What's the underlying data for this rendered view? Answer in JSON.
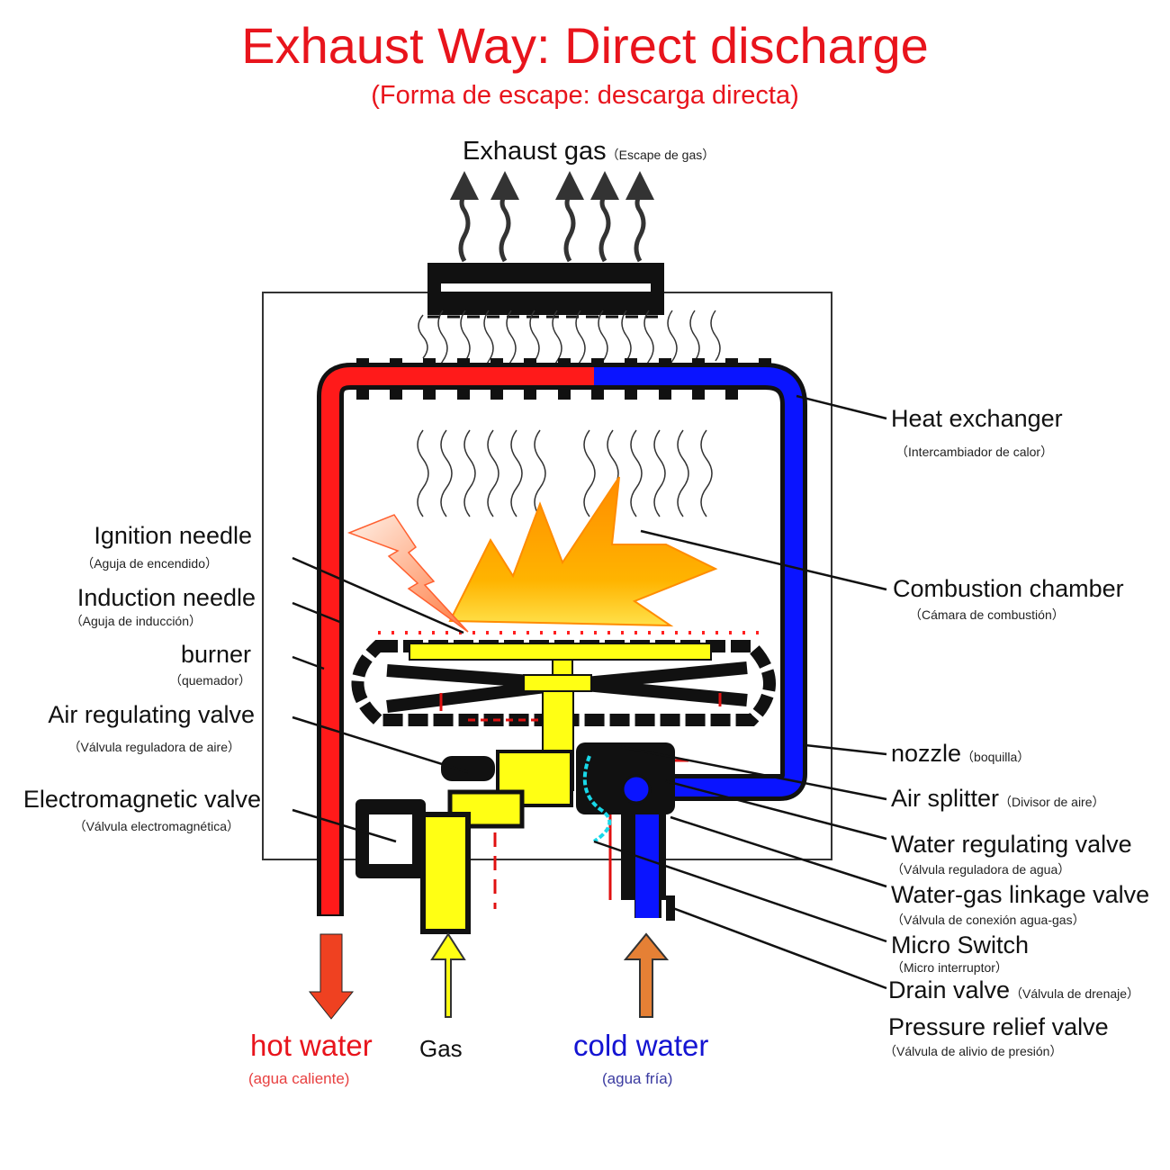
{
  "title": "Exhaust Way: Direct discharge",
  "subtitle": "(Forma de escape: descarga directa)",
  "exhaust": {
    "label": "Exhaust gas",
    "sub": "（Escape de gas）"
  },
  "left_labels": [
    {
      "label": "Ignition needle",
      "sub": "（Aguja de encendido）"
    },
    {
      "label": "Induction needle",
      "sub": "（Aguja de inducción）"
    },
    {
      "label": "burner",
      "sub": "（quemador）"
    },
    {
      "label": "Air regulating valve",
      "sub": "（Válvula reguladora de aire）"
    },
    {
      "label": "Electromagnetic valve",
      "sub": "（Válvula electromagnética）"
    }
  ],
  "right_labels": [
    {
      "label": "Heat exchanger",
      "sub": "（Intercambiador de calor）"
    },
    {
      "label": "Combustion chamber",
      "sub": "（Cámara de combustión）"
    },
    {
      "label": "nozzle",
      "sub": "（boquilla）"
    },
    {
      "label": "Air splitter",
      "sub": "（Divisor de aire）"
    },
    {
      "label": "Water regulating valve",
      "sub": "（Válvula reguladora de agua）"
    },
    {
      "label": "Water-gas linkage valve",
      "sub": "（Válvula de conexión agua-gas）"
    },
    {
      "label": "Micro Switch",
      "sub": "（Micro interruptor）"
    },
    {
      "label": "Drain valve",
      "sub": "（Válvula de drenaje）"
    },
    {
      "label": "Pressure relief valve",
      "sub": "（Válvula de alivio de presión）"
    }
  ],
  "outlets": {
    "hot": {
      "label": "hot water",
      "sub": "(agua caliente)"
    },
    "gas": {
      "label": "Gas"
    },
    "cold": {
      "label": "cold water",
      "sub": "(agua fría)"
    }
  },
  "colors": {
    "title": "#e8141c",
    "hot_pipe": "#ff1a1a",
    "cold_pipe": "#0a14ff",
    "gas_pipe": "#ffff14",
    "hot_label": "#e8141c",
    "cold_label": "#1414d2",
    "hot_arrow": "#ef4121",
    "cold_arrow": "#e58035"
  }
}
